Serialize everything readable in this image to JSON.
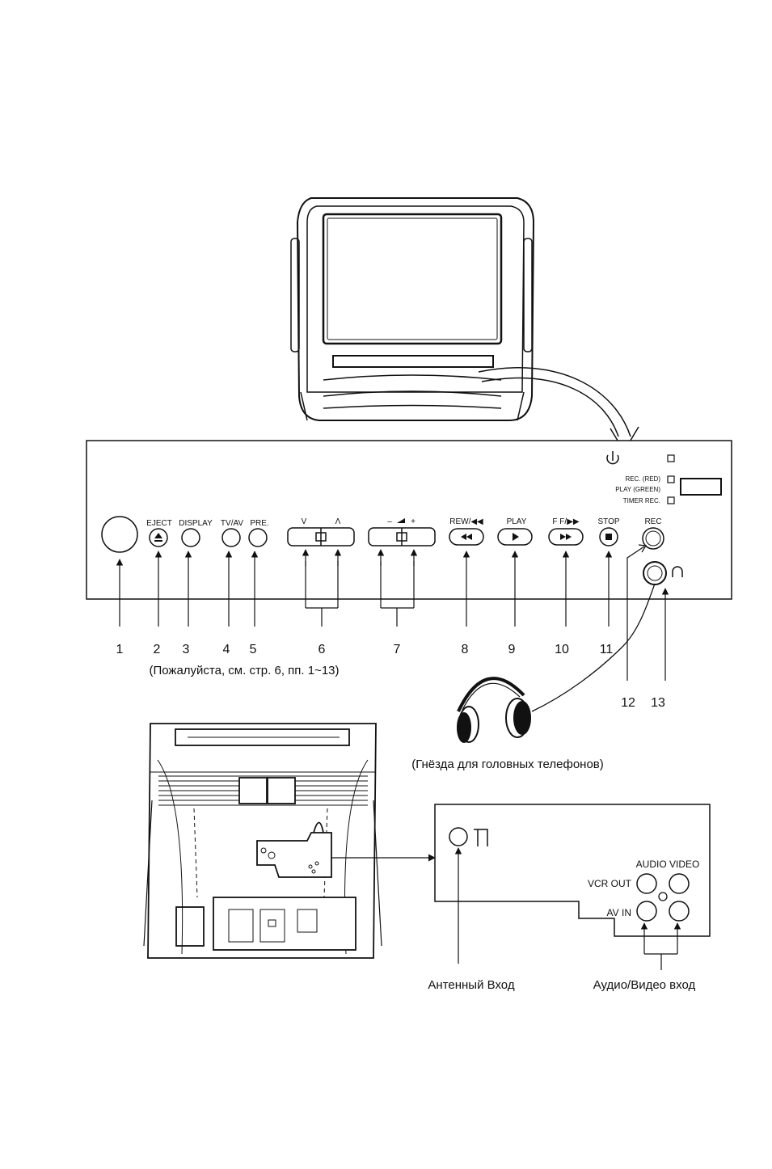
{
  "front_panel": {
    "buttons": {
      "eject": "EJECT",
      "display": "DISPLAY",
      "tvav": "TV/AV",
      "pre": "PRE.",
      "ch_down": "V",
      "ch_up": "Λ",
      "vol_minus": "–",
      "vol_plus": "+",
      "rew": "REW/◀◀",
      "play": "PLAY",
      "ff": "F F/▶▶",
      "stop": "STOP",
      "rec": "REC"
    },
    "indicators": {
      "rec_red": "REC. (RED)",
      "play_green": "PLAY (GREEN)",
      "timer_rec": "TIMER REC."
    }
  },
  "callouts": [
    "1",
    "2",
    "3",
    "4",
    "5",
    "6",
    "7",
    "8",
    "9",
    "10",
    "11",
    "12",
    "13"
  ],
  "captions": {
    "see_page": "(Пожалуйста, см. стр. 6, пп. 1~13)",
    "headphones": "(Гнёзда для головных телефонов)",
    "antenna_input": "Антенный Вход",
    "av_input": "Аудио/Видео вход"
  },
  "rear_panel": {
    "audio_video": "AUDIO VIDEO",
    "vcr_out": "VCR OUT",
    "av_in": "AV IN"
  }
}
